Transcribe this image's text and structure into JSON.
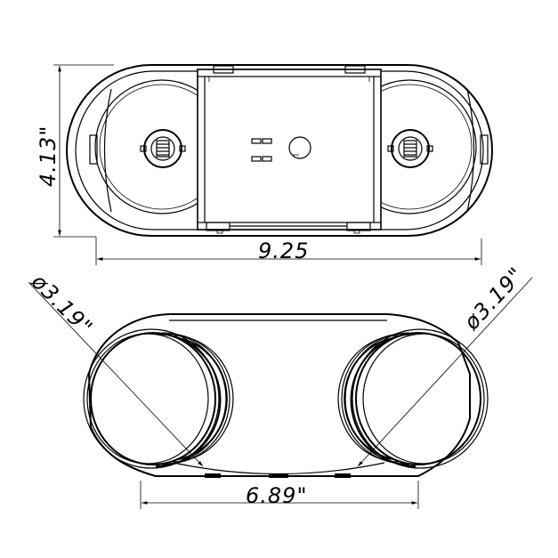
{
  "diagram": {
    "top_view": {
      "height_dim": "4.13\"",
      "width_dim": "9.25"
    },
    "bottom_view": {
      "left_diameter_dim": "ø3.19\"",
      "right_diameter_dim": "ø3.19\"",
      "center_spacing_dim": "6.89\""
    }
  }
}
